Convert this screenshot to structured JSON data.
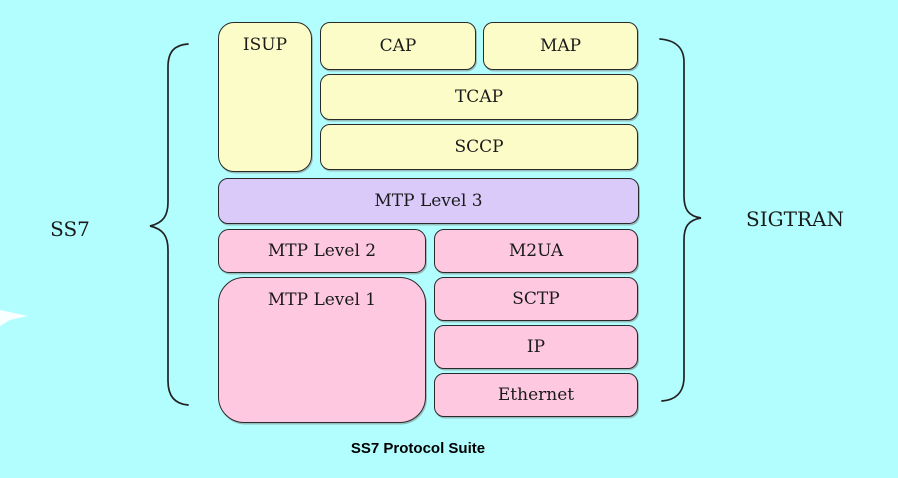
{
  "diagram": {
    "caption": "SS7 Protocol Suite",
    "left_brace_label": "SS7",
    "right_brace_label": "SIGTRAN",
    "boxes": {
      "isup": {
        "label": "ISUP"
      },
      "cap": {
        "label": "CAP"
      },
      "map": {
        "label": "MAP"
      },
      "tcap": {
        "label": "TCAP"
      },
      "sccp": {
        "label": "SCCP"
      },
      "mtp3": {
        "label": "MTP Level 3"
      },
      "mtp2": {
        "label": "MTP Level 2"
      },
      "m2ua": {
        "label": "M2UA"
      },
      "mtp1": {
        "label": "MTP Level 1"
      },
      "sctp": {
        "label": "SCTP"
      },
      "ip": {
        "label": "IP"
      },
      "ethernet": {
        "label": "Ethernet"
      }
    },
    "colors": {
      "bg": "#b2feff",
      "yellow": "#fcfcc8",
      "lavender": "#d9cafa",
      "pink": "#fec9e0",
      "border": "#2a2a2a",
      "text": "#1a1a1a"
    }
  }
}
